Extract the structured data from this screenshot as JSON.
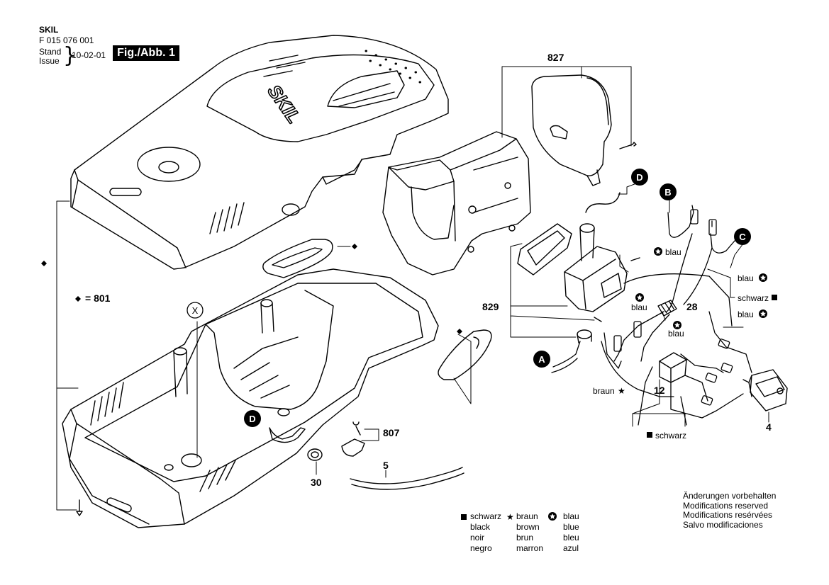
{
  "header": {
    "brand": "SKIL",
    "part_number": "F 015 076 001",
    "stand_label": "Stand",
    "issue_label": "Issue",
    "date": "10-02-01",
    "figure": "Fig./Abb. 1"
  },
  "parts": {
    "p827": "827",
    "p829": "829",
    "p801": "801",
    "p807": "807",
    "p5": "5",
    "p30": "30",
    "p28": "28",
    "p12": "12",
    "p4": "4",
    "diamond_eq": "= 801",
    "x_callout": "X"
  },
  "callouts": {
    "A": "A",
    "B": "B",
    "C": "C",
    "D_wire": "D",
    "D_clamp": "D"
  },
  "wire_labels": {
    "blau_b": "blau",
    "blau_c": "blau",
    "schwarz_right": "schwarz",
    "blau_mid": "blau",
    "blau_right2": "blau",
    "blau_low": "blau",
    "braun": "braun",
    "schwarz_bottom": "schwarz"
  },
  "legend": {
    "schwarz": [
      "schwarz",
      "black",
      "noir",
      "negro"
    ],
    "braun": [
      "braun",
      "brown",
      "brun",
      "marron"
    ],
    "blau": [
      "blau",
      "blue",
      "bleu",
      "azul"
    ]
  },
  "disclaimer": [
    "Änderungen vorbehalten",
    "Modifications reserved",
    "Modifications resérvées",
    "Salvo modificaciones"
  ],
  "housing_logo": "SKIL"
}
